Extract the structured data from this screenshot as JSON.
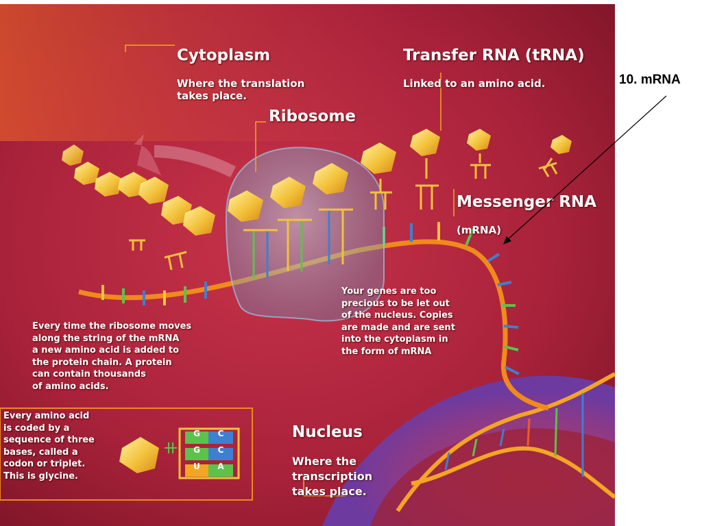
{
  "diagram": {
    "cytoplasm": {
      "title": "Cytoplasm",
      "desc": "Where the translation\ntakes place."
    },
    "trna": {
      "title": "Transfer RNA (tRNA)",
      "desc": "Linked to an amino acid."
    },
    "ribosome": {
      "title": "Ribosome"
    },
    "mrna": {
      "title": "Messenger RNA",
      "sub": "(mRNA)"
    },
    "genes_note": "Your genes are too\nprecious to be let out\nof the nucleus. Copies\nare made and are sent\ninto the cytoplasm in\nthe form of mRNA",
    "ribosome_note": "Every time the ribosome moves\nalong the string of the mRNA\na new amino acid is added to\nthe protein chain. A protein\ncan contain thousands\nof amino acids.",
    "codon_note": "Every amino acid\nis coded by a\nsequence of three\nbases, called a\ncodon or triplet.\nThis is glycine.",
    "codon_bases": [
      {
        "left": "G",
        "right": "C"
      },
      {
        "left": "G",
        "right": "C"
      },
      {
        "left": "U",
        "right": "A"
      }
    ],
    "nucleus": {
      "title": "Nucleus",
      "desc": "Where the\ntranscription\ntakes place."
    }
  },
  "annotation": {
    "label": "10. mRNA"
  },
  "colors": {
    "background_red": "#b3263a",
    "accent_orange": "#f08a1c",
    "amino_yellow": "#f3c23b",
    "ribosome_blue": "#7fb7d8",
    "nucleus_purple": "#8a4a9a"
  }
}
